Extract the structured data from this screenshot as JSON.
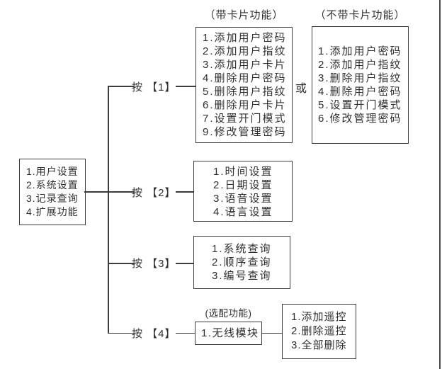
{
  "colors": {
    "line": "#3c3c3c",
    "text": "#2f2f2f",
    "background": "#ffffff"
  },
  "root_menu": {
    "items": [
      "1.用户设置",
      "2.系统设置",
      "3.记录查询",
      "4.扩展功能"
    ]
  },
  "branches": {
    "b1": {
      "label": "按 【1】",
      "card": {
        "title": "（带卡片功能）",
        "items": [
          "1.添加用户密码",
          "2.添加用户指纹",
          "3.添加用户卡片",
          "4.删除用户密码",
          "5.删除用户指纹",
          "6.删除用户卡片",
          "7.设置开门模式",
          "9.修改管理密码"
        ]
      },
      "or_label": "或",
      "no_card": {
        "title": "（不带卡片功能）",
        "items": [
          "1.添加用户密码",
          "2.添加用户指纹",
          "3.删除用户指纹",
          "4.删除用户密码",
          "5.设置开门模式",
          "6.修改管理密码"
        ]
      }
    },
    "b2": {
      "label": "按 【2】",
      "box": {
        "items": [
          "1.时间设置",
          "2.日期设置",
          "3.语音设置",
          "4.语言设置"
        ]
      }
    },
    "b3": {
      "label": "按 【3】",
      "box": {
        "items": [
          "1.系统查询",
          "2.顺序查询",
          "3.编号查询"
        ]
      }
    },
    "b4": {
      "label": "按 【4】",
      "option_title": "(选配功能)",
      "module_box": {
        "items": [
          "1.无线模块"
        ]
      },
      "remote_box": {
        "items": [
          "1.添加遥控",
          "2.删除遥控",
          "3.全部删除"
        ]
      }
    }
  }
}
